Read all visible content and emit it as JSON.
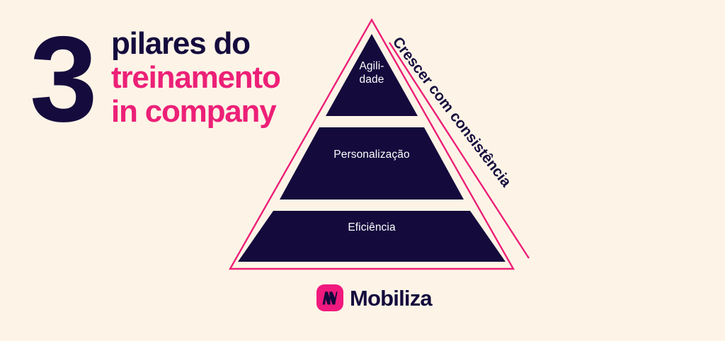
{
  "theme": {
    "background": "#FDF4E7",
    "navy": "#150B3D",
    "pink": "#EC2077",
    "logo_pink": "#F0197E",
    "tier_fill": "#140A3C",
    "tier_text": "#FFFFFF"
  },
  "headline": {
    "number": "3",
    "line1": "pilares do",
    "line2": "treinamento",
    "line3": "in company"
  },
  "pyramid": {
    "side_caption": "Crescer com consistência",
    "tiers": [
      {
        "level": 1,
        "label": "Agili-\ndade",
        "plain_label": "Agilidade"
      },
      {
        "level": 2,
        "label": "Personalização",
        "plain_label": "Personalização"
      },
      {
        "level": 3,
        "label": "Eficiência",
        "plain_label": "Eficiência"
      }
    ]
  },
  "logo": {
    "mark_icon": "mobiliza-m-icon",
    "wordmark": "Mobiliza"
  }
}
